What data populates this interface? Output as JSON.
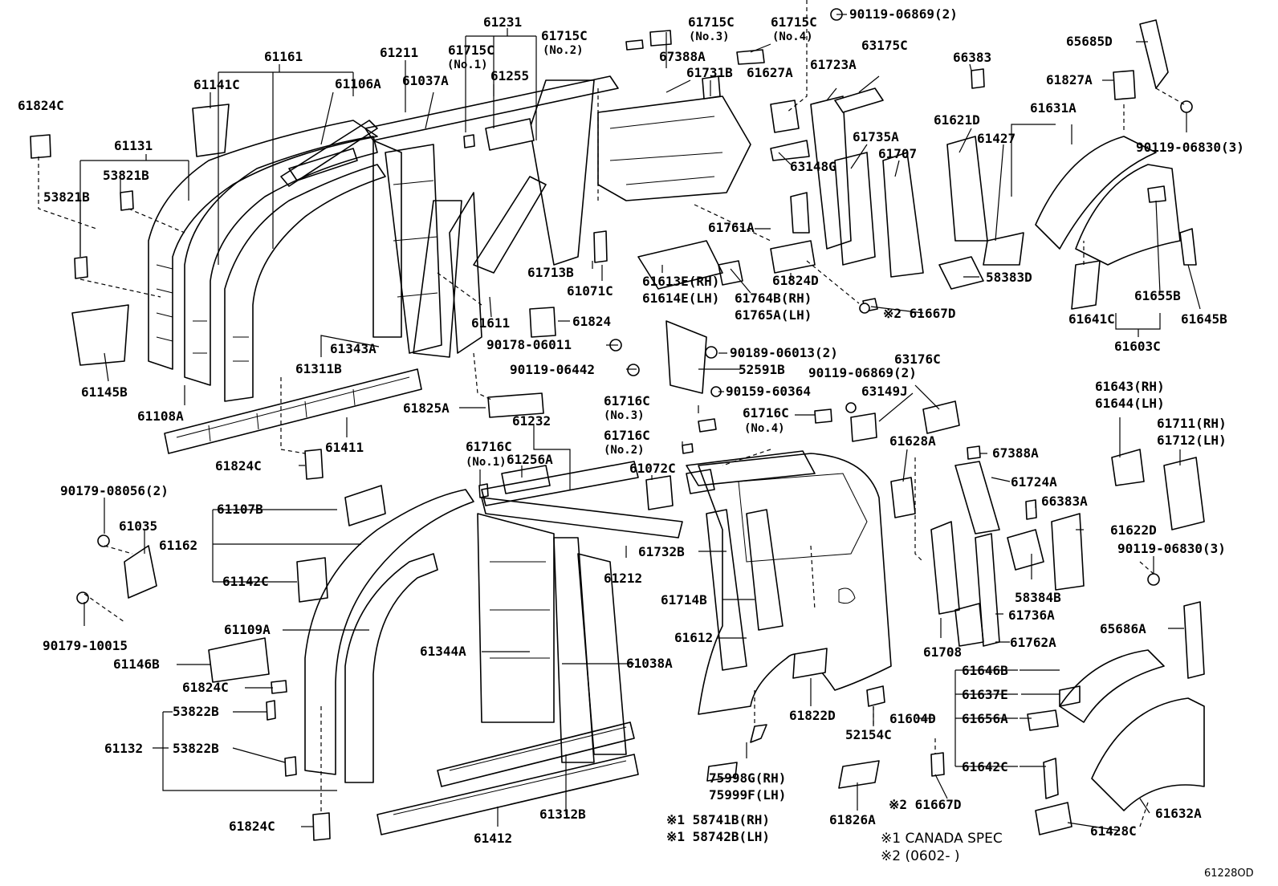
{
  "diagram_id": "61228OD",
  "notes": {
    "note1": "※1 CANADA SPEC",
    "note2": "※2 (0602-          )"
  },
  "labels": {
    "l61161": "61161",
    "l61211": "61211",
    "l61231": "61231",
    "l61715c": "61715C",
    "l61715c_no1": "(No.1)",
    "l61715c_a": "61715C",
    "l61715c_a_no2": "(No.2)",
    "l61715c_b": "61715C",
    "l61715c_b_no3": "(No.3)",
    "l61715c_c": "61715C",
    "l61715c_c_no4": "(No.4)",
    "l90119_06869a": "90119-06869(2)",
    "l61824c_a": "61824C",
    "l61141c": "61141C",
    "l61106a": "61106A",
    "l61037a": "61037A",
    "l61255": "61255",
    "l67388a_a": "67388A",
    "l61731b": "61731B",
    "l61627a": "61627A",
    "l61723a": "61723A",
    "l63175c": "63175C",
    "l66383": "66383",
    "l65685d": "65685D",
    "l61827a": "61827A",
    "l90119_06830a": "90119-06830(3)",
    "l61131": "61131",
    "l53821b_a": "53821B",
    "l53821b_b": "53821B",
    "l61735a": "61735A",
    "l61707": "61707",
    "l61621d": "61621D",
    "l61631a": "61631A",
    "l61427": "61427",
    "l63148g": "63148G",
    "l61761a": "61761A",
    "l61713b": "61713B",
    "l61071c": "61071C",
    "l61613e": "61613E(RH)",
    "l61614e": "61614E(LH)",
    "l61764b": "61764B(RH)",
    "l61765a": "61765A(LH)",
    "l61824d": "61824D",
    "l58383d": "58383D",
    "l61667d_a": "※2 61667D",
    "l61641c": "61641C",
    "l61655b": "61655B",
    "l61645b": "61645B",
    "l61603c": "61603C",
    "l61145b": "61145B",
    "l61343a": "61343A",
    "l61611": "61611",
    "l61824": "61824",
    "l61311b": "61311B",
    "l90178_06011": "90178-06011",
    "l90189_06013": "90189-06013(2)",
    "l90119_06442": "90119-06442",
    "l52591b": "52591B",
    "l61108a": "61108A",
    "l61411": "61411",
    "l61825a": "61825A",
    "l90159_60364": "90159-60364",
    "l90119_06869b": "90119-06869(2)",
    "l63176c": "63176C",
    "l63149j": "63149J",
    "l61716c_a": "61716C",
    "l61716c_a_no3": "(No.3)",
    "l61716c_b": "61716C",
    "l61716c_b_no4": "(No.4)",
    "l61232": "61232",
    "l61716c_c": "61716C",
    "l61716c_c_no1": "(No.1)",
    "l61256a": "61256A",
    "l61716c_d": "61716C",
    "l61716c_d_no2": "(No.2)",
    "l61824c_b": "61824C",
    "l61072c": "61072C",
    "l61628a": "61628A",
    "l67388a_b": "67388A",
    "l61643": "61643(RH)",
    "l61644": "61644(LH)",
    "l61711": "61711(RH)",
    "l61712": "61712(LH)",
    "l90179_08056": "90179-08056(2)",
    "l61035": "61035",
    "l61107b": "61107B",
    "l61162": "61162",
    "l61724a": "61724A",
    "l66383a": "66383A",
    "l61622d": "61622D",
    "l90119_06830b": "90119-06830(3)",
    "l61142c": "61142C",
    "l61732b": "61732B",
    "l61212": "61212",
    "l58384b": "58384B",
    "l61714b": "61714B",
    "l61736a": "61736A",
    "l65686a": "65686A",
    "l90179_10015": "90179-10015",
    "l61109a": "61109A",
    "l61344a": "61344A",
    "l61038a": "61038A",
    "l61612": "61612",
    "l61708": "61708",
    "l61762a": "61762A",
    "l61146b": "61146B",
    "l61646b": "61646B",
    "l61824c_c": "61824C",
    "l61637e": "61637E",
    "l53822b_a": "53822B",
    "l61822d": "61822D",
    "l61604d": "61604D",
    "l61656a": "61656A",
    "l61132": "61132",
    "l53822b_b": "53822B",
    "l52154c": "52154C",
    "l61642c": "61642C",
    "l75998g": "75998G(RH)",
    "l75999f": "75999F(LH)",
    "l61667d_b": "※2 61667D",
    "l61824c_d": "61824C",
    "l61312b": "61312B",
    "l61826a": "61826A",
    "l61632a": "61632A",
    "l61412": "61412",
    "l58741b": "※1 58741B(RH)",
    "l58742b": "※1 58742B(LH)",
    "l61428c": "61428C"
  }
}
